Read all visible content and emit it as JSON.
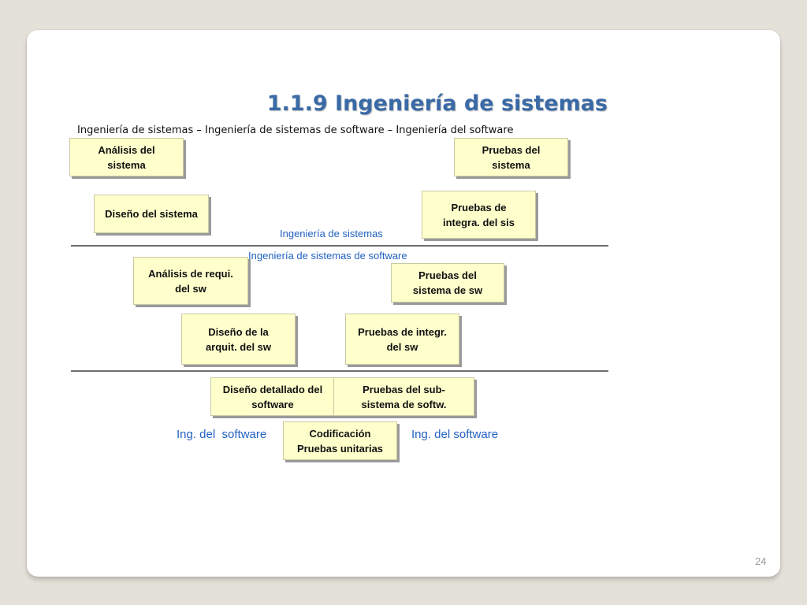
{
  "title": "1.1.9 Ingeniería de sistemas",
  "subtitle": "Ingeniería de sistemas – Ingeniería de sistemas de software – Ingeniería del software",
  "boxes": {
    "analisis_sistema": [
      "Análisis del",
      "sistema"
    ],
    "pruebas_sistema": [
      "Pruebas del",
      "sistema"
    ],
    "diseno_sistema": [
      "Diseño del sistema"
    ],
    "pruebas_integra_sis": [
      "Pruebas de",
      "integra. del sis"
    ],
    "analisis_requi_sw": [
      "Análisis de requi.",
      "del sw"
    ],
    "pruebas_sistema_sw": [
      "Pruebas del",
      "sistema de sw"
    ],
    "diseno_arquit_sw": [
      "Diseño de la",
      "arquit. del sw"
    ],
    "pruebas_integr_sw": [
      "Pruebas de integr.",
      "del sw"
    ],
    "diseno_detallado": [
      "Diseño detallado del",
      "software"
    ],
    "pruebas_subsistema": [
      "Pruebas del sub-",
      "sistema de softw."
    ],
    "codificacion": [
      "Codificación",
      "Pruebas unitarias"
    ]
  },
  "labels": {
    "ing_sistemas": "Ingeniería de sistemas",
    "ing_sistemas_sw": "Ingeniería de sistemas de software",
    "ing_software_left": "Ing. del  software",
    "ing_software_right": "Ing. del software"
  },
  "page_number": "24",
  "colors": {
    "title": "#3a6aa6",
    "label_blue": "#2262c2",
    "box_fill": "#ffffcc"
  }
}
